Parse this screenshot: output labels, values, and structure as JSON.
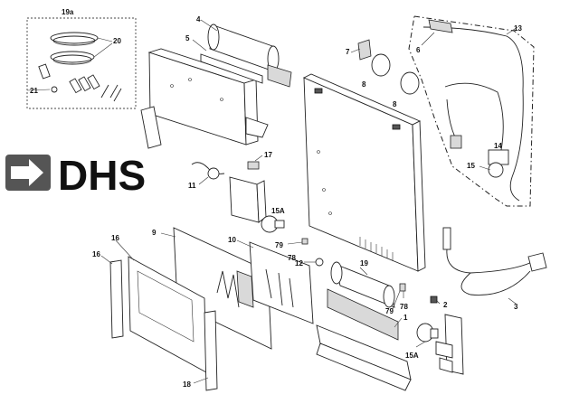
{
  "logo": {
    "text": "DHS",
    "arrow_color": "#555555",
    "text_color": "#111111",
    "icon": "right-arrow-icon"
  },
  "callouts": {
    "c19a": "19a",
    "c20": "20",
    "c21": "21",
    "c4": "4",
    "c5": "5",
    "c7": "7",
    "c8a": "8",
    "c8b": "8",
    "c6": "6",
    "c13": "13",
    "c14": "14",
    "c15": "15",
    "c17": "17",
    "c11": "11",
    "c15a_top": "15A",
    "c9": "9",
    "c10": "10",
    "c16a": "16",
    "c16b": "16",
    "c79a": "79",
    "c78a": "78",
    "c12": "12",
    "c19": "19",
    "c78b": "78",
    "c79b": "79",
    "c1": "1",
    "c2": "2",
    "c3": "3",
    "c15a_bottom": "15A",
    "c18": "18"
  }
}
